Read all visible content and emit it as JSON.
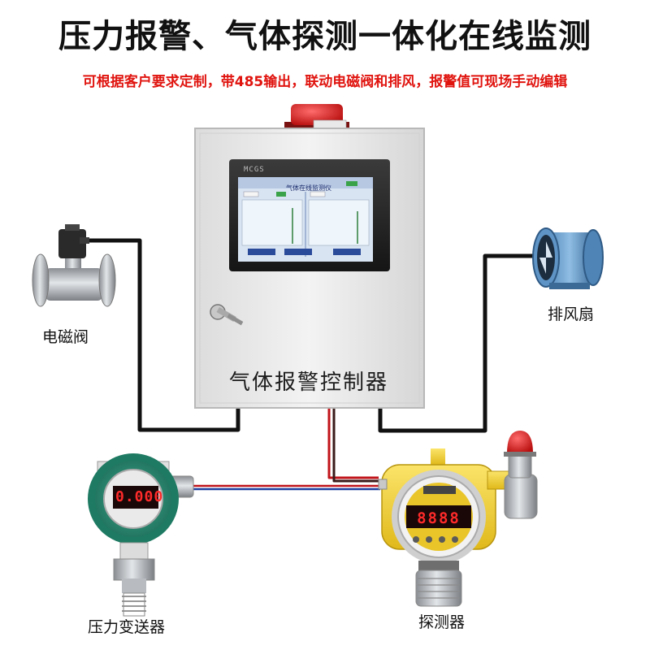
{
  "header": {
    "title": "压力报警、气体探测一体化在线监测",
    "subtitle": "可根据客户要求定制，带485输出，联动电磁阀和排风，报警值可现场手动编辑"
  },
  "controller": {
    "label": "气体报警控制器",
    "brand": "MCGS",
    "screen_title": "气体在线监测仪"
  },
  "devices": {
    "solenoid_valve": "电磁阀",
    "exhaust_fan": "排风扇",
    "pressure_transmitter": "压力变送器",
    "detector": "探测器"
  },
  "readouts": {
    "transmitter": "0.000",
    "detector": "8888"
  },
  "colors": {
    "title": "#111111",
    "subtitle": "#e0140f",
    "cabinet": "#efefef",
    "wire_black": "#111111",
    "wire_red": "#c0141a",
    "wire_blue": "#1e3fa0",
    "detector_yellow": "#f2d22a",
    "alarm_red": "#d81e1e"
  }
}
